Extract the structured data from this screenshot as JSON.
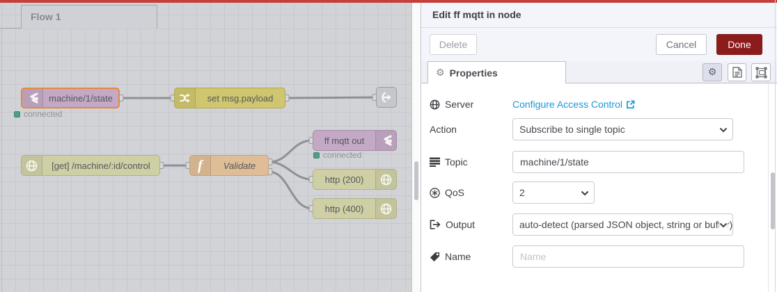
{
  "flow": {
    "tab_label": "Flow 1",
    "nodes": {
      "mqtt_in": {
        "label": "machine/1/state",
        "status": "connected"
      },
      "change": {
        "label": "set msg.payload"
      },
      "link_out": {
        "label": ""
      },
      "http_in": {
        "label": "[get] /machine/:id/control"
      },
      "function": {
        "label": "Validate"
      },
      "mqtt_out": {
        "label": "ff mqtt out",
        "status": "connected"
      },
      "http_resp_200": {
        "label": "http (200)"
      },
      "http_resp_400": {
        "label": "http (400)"
      }
    }
  },
  "editor": {
    "title": "Edit ff mqtt in node",
    "buttons": {
      "delete": "Delete",
      "cancel": "Cancel",
      "done": "Done"
    },
    "tabs": {
      "properties": "Properties"
    },
    "fields": {
      "server": {
        "label": "Server",
        "link": "Configure Access Control"
      },
      "action": {
        "label": "Action",
        "value": "Subscribe to single topic"
      },
      "topic": {
        "label": "Topic",
        "value": "machine/1/state"
      },
      "qos": {
        "label": "QoS",
        "value": "2"
      },
      "output": {
        "label": "Output",
        "value": "auto-detect (parsed JSON object, string or buffer)"
      },
      "name": {
        "label": "Name",
        "placeholder": "Name"
      }
    }
  },
  "icons": {
    "flow_tab_gear": "gear-icon",
    "properties_tab": "gear-icon",
    "server": "globe-icon",
    "topic": "tasks-icon",
    "qos": "qos-circle-icon",
    "output": "sign-out-icon",
    "name": "tag-icon",
    "server_link": "external-link-icon",
    "selects": "chevron-down-icon",
    "mqtt_nodes": "mqtt-bridge-icon",
    "change_node": "shuffle-icon",
    "http_nodes": "globe-icon",
    "function_node": "function-f-icon",
    "link_node": "link-out-icon",
    "mini_buttons": [
      "gear-icon",
      "doc-icon",
      "node-appearance-icon"
    ]
  },
  "colors": {
    "topbar_red": "#c5403d",
    "done_button": "#8c1c1c",
    "link_blue": "#1b98d5",
    "status_green": "#4f9d83",
    "selected_node_border": "#e6873e",
    "node_mqtt": "#c3a9c5",
    "node_change": "#cfc463",
    "node_http": "#cecfa4",
    "node_function": "#dfbd96",
    "node_link_out": "#c6c7ca"
  },
  "gear_char": "⚙"
}
